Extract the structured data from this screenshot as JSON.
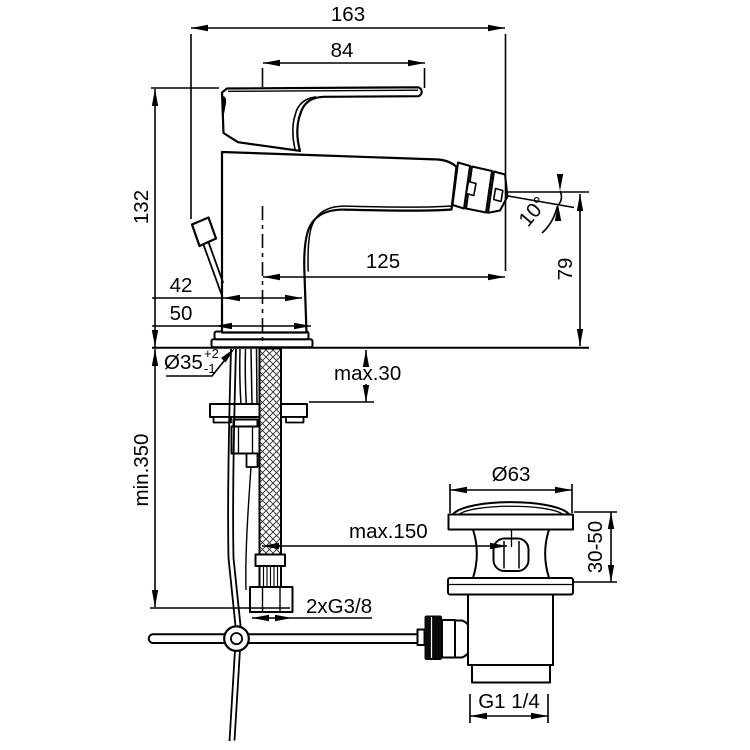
{
  "drawing": {
    "background_color": "#ffffff",
    "line_color": "#000000",
    "description": "Technical installation drawing (side view) of a single-lever bidet mixer tap with flexible supply hoses, mounting hardware and pop-up waste; dimensions in millimetres"
  },
  "labels": {
    "overall_length": "163",
    "handle_length": "84",
    "body_height": "132",
    "spout_angle": "10°",
    "spout_outlet_height": "79",
    "spout_reach": "125",
    "body_depth": "42",
    "base_width": "50",
    "hole_diameter": "Ø35",
    "hole_tolerance_plus": "+2",
    "hole_tolerance_minus": "-1",
    "max_deck_thickness": "max.30",
    "min_clearance": "min.350",
    "max_hose_length": "max.150",
    "supply_connection": "2xG3/8",
    "waste_flange_diameter": "Ø63",
    "waste_clamp_range": "30-50",
    "waste_thread": "G1 1/4"
  }
}
